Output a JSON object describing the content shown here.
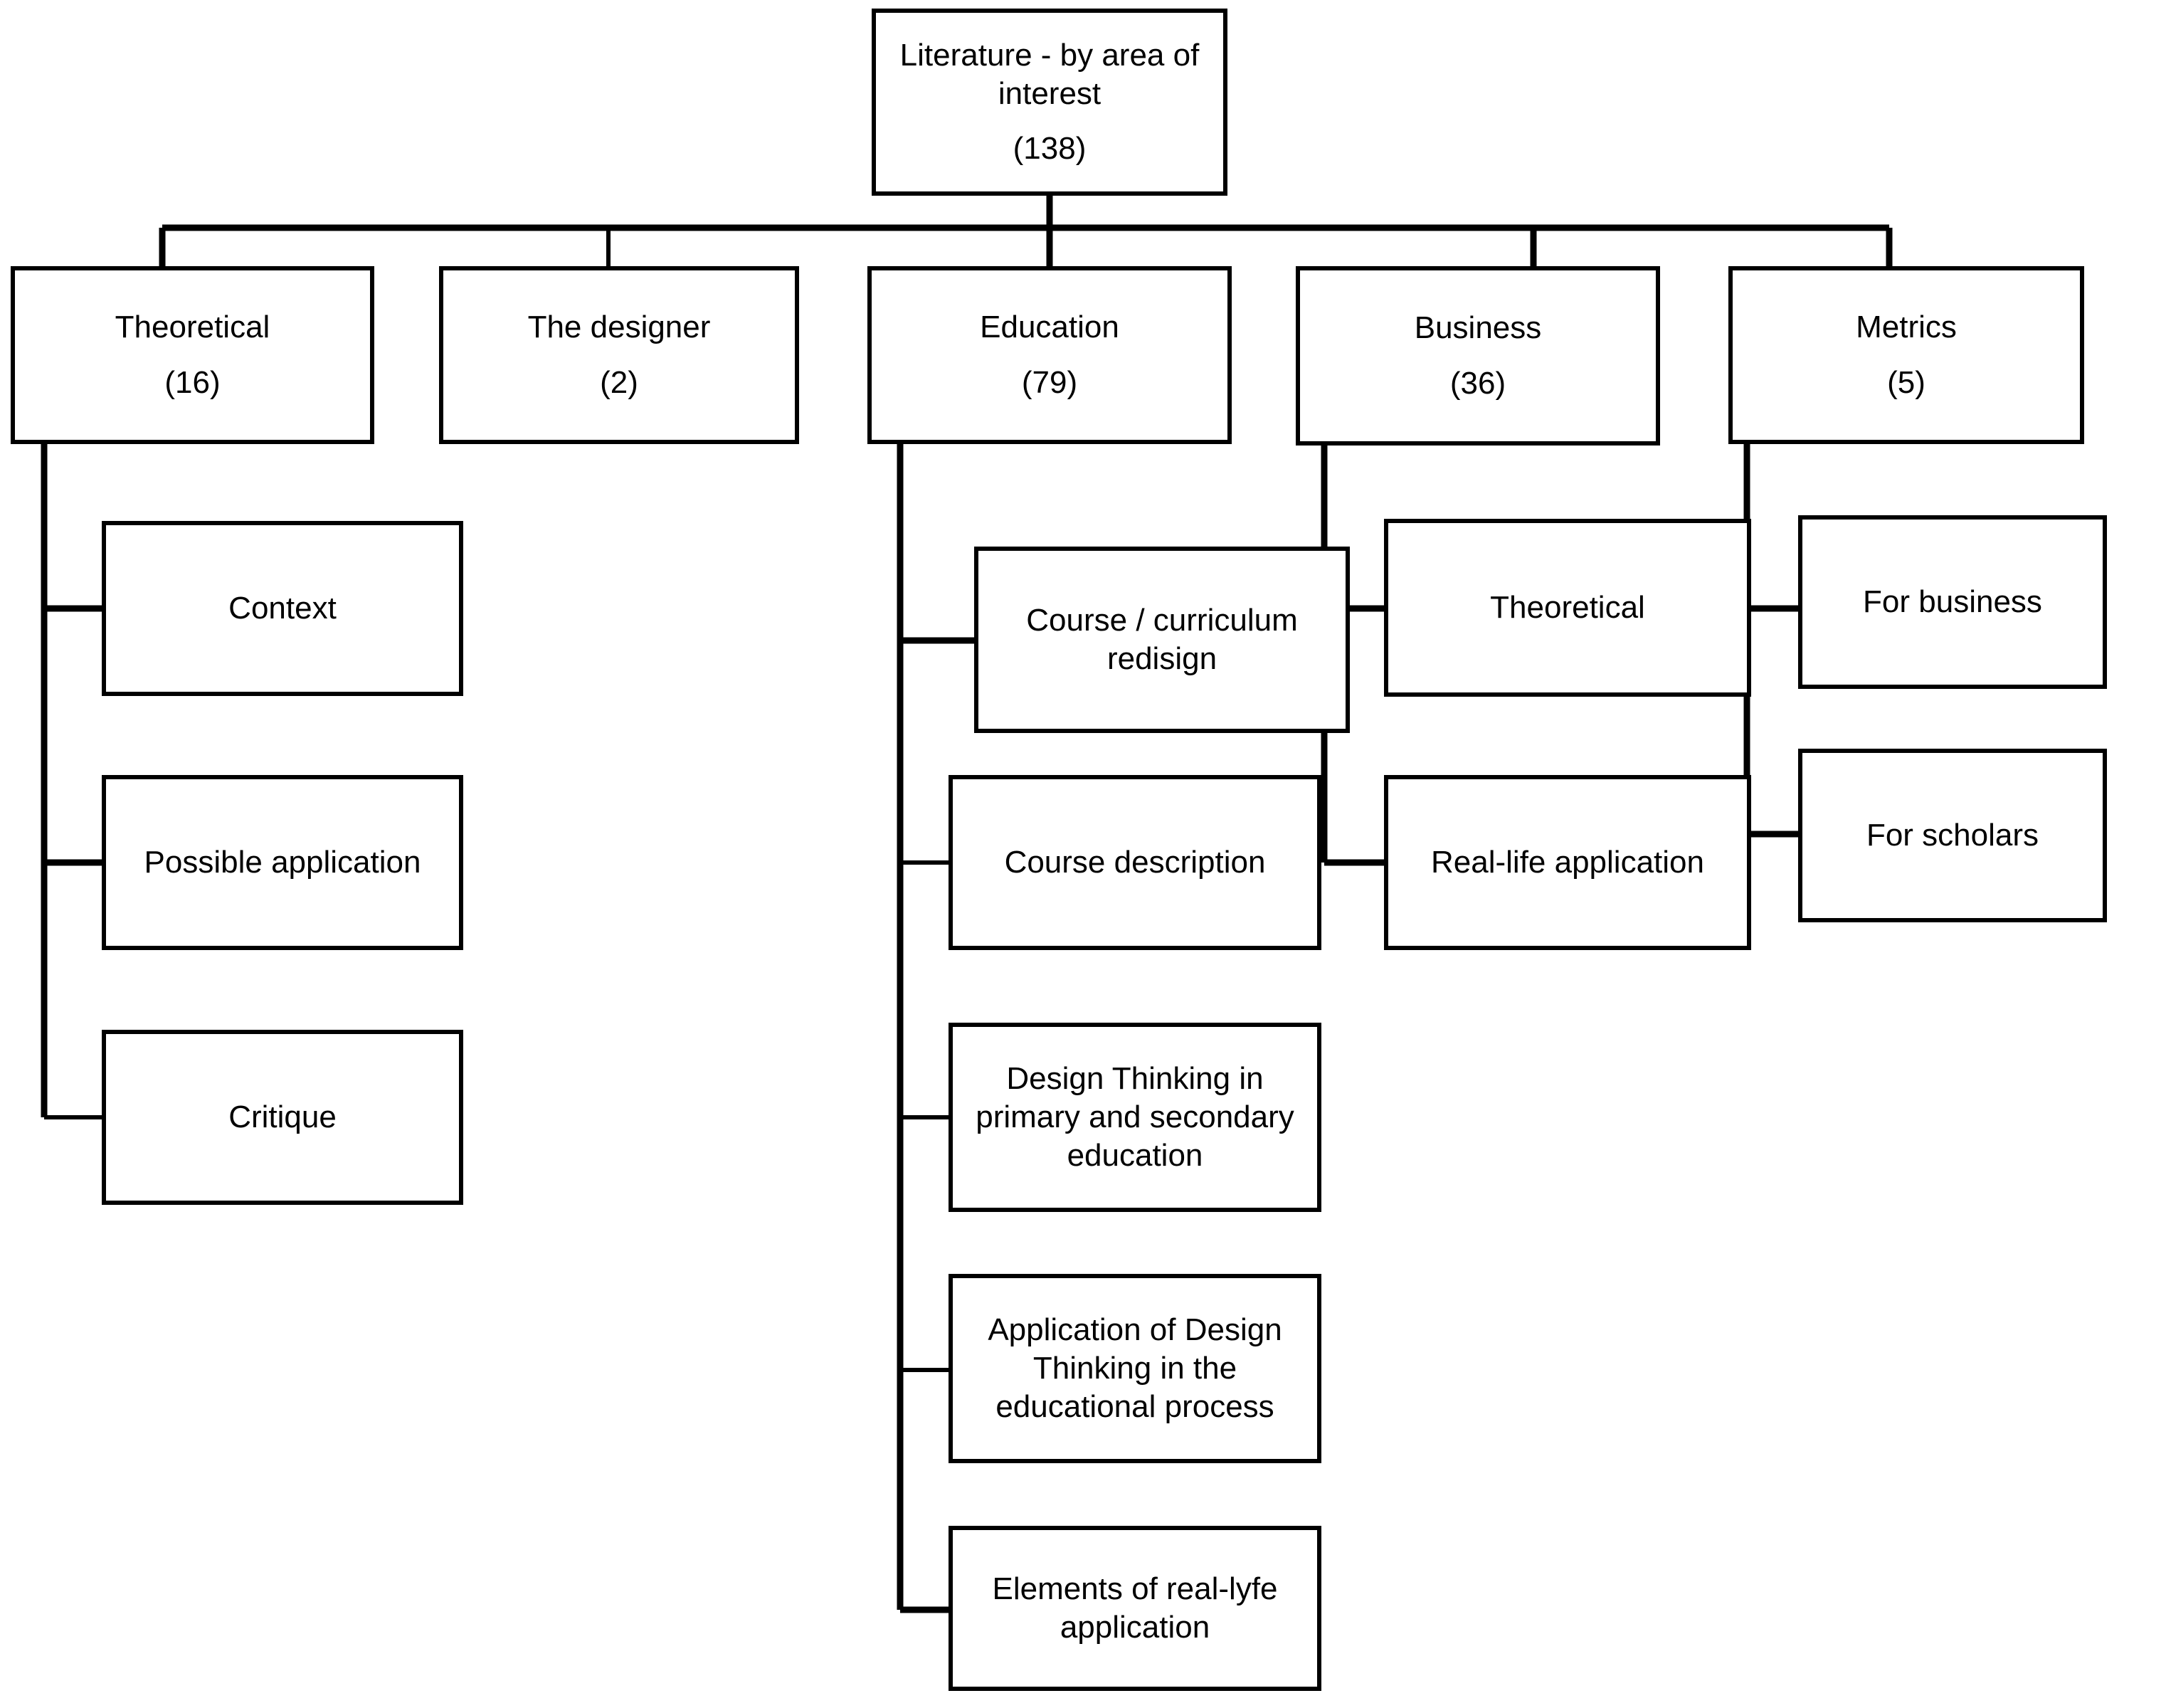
{
  "diagram": {
    "type": "hierarchy-tree",
    "orientation": "top-down-then-left-right",
    "background_color": "#ffffff",
    "line_color": "#000000",
    "text_color": "#000000"
  },
  "root": {
    "label": "Literature - by area of interest",
    "count": "(138)"
  },
  "level2": [
    {
      "id": "theoretical",
      "label": "Theoretical",
      "count": "(16)"
    },
    {
      "id": "the-designer",
      "label": "The designer",
      "count": "(2)"
    },
    {
      "id": "education",
      "label": "Education",
      "count": "(79)"
    },
    {
      "id": "business",
      "label": "Business",
      "count": "(36)"
    },
    {
      "id": "metrics",
      "label": "Metrics",
      "count": "(5)"
    }
  ],
  "theoretical_children": [
    {
      "id": "context",
      "label": "Context"
    },
    {
      "id": "possible-application",
      "label": "Possible application"
    },
    {
      "id": "critique",
      "label": "Critique"
    }
  ],
  "education_children": [
    {
      "id": "course-curriculum-redisign",
      "label": "Course / curriculum redisign"
    },
    {
      "id": "course-description",
      "label": "Course description"
    },
    {
      "id": "design-thinking-primary-secondary",
      "label": "Design Thinking in primary and secondary education"
    },
    {
      "id": "application-design-thinking-educational-process",
      "label": "Application of Design Thinking in the educational process"
    },
    {
      "id": "elements-real-lyfe-application",
      "label": "Elements of real-lyfe application"
    }
  ],
  "business_children": [
    {
      "id": "business-theoretical",
      "label": "Theoretical"
    },
    {
      "id": "business-real-life-application",
      "label": "Real-life application"
    }
  ],
  "metrics_children": [
    {
      "id": "for-business",
      "label": "For business"
    },
    {
      "id": "for-scholars",
      "label": "For scholars"
    }
  ]
}
